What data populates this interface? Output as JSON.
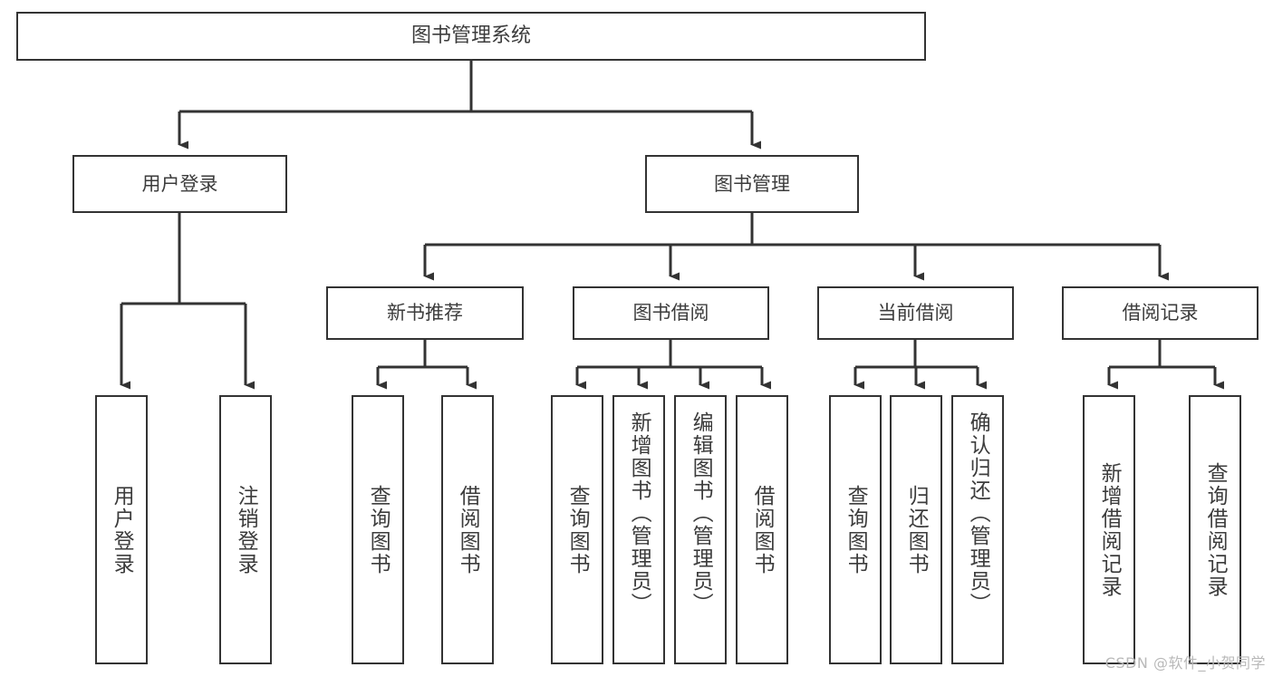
{
  "diagram": {
    "title": "图书管理系统",
    "type": "tree-hierarchy",
    "orientation": "top-down"
  },
  "nodes": {
    "root": {
      "label": "图书管理系统"
    },
    "level2": [
      {
        "id": "user-login",
        "label": "用户登录"
      },
      {
        "id": "book-manage",
        "label": "图书管理"
      }
    ],
    "level3": [
      {
        "id": "new-book-rec",
        "label": "新书推荐"
      },
      {
        "id": "book-borrow",
        "label": "图书借阅"
      },
      {
        "id": "current-borrow",
        "label": "当前借阅"
      },
      {
        "id": "borrow-record",
        "label": "借阅记录"
      }
    ],
    "leaves": [
      {
        "id": "leaf-user-login",
        "label": "用户登录"
      },
      {
        "id": "leaf-logout",
        "label": "注销登录"
      },
      {
        "id": "leaf-query-book-1",
        "label": "查询图书"
      },
      {
        "id": "leaf-borrow-book-1",
        "label": "借阅图书"
      },
      {
        "id": "leaf-query-book-2",
        "label": "查询图书"
      },
      {
        "id": "leaf-add-book",
        "label": "新增图书（管理员）"
      },
      {
        "id": "leaf-edit-book",
        "label": "编辑图书（管理员）"
      },
      {
        "id": "leaf-borrow-book-2",
        "label": "借阅图书"
      },
      {
        "id": "leaf-query-book-3",
        "label": "查询图书"
      },
      {
        "id": "leaf-return-book",
        "label": "归还图书"
      },
      {
        "id": "leaf-confirm-return",
        "label": "确认归还（管理员）"
      },
      {
        "id": "leaf-add-record",
        "label": "新增借阅记录"
      },
      {
        "id": "leaf-query-record",
        "label": "查询借阅记录"
      }
    ]
  },
  "watermark": {
    "text": "CSDN @软件_小贺同学"
  },
  "colors": {
    "border": "#333333",
    "text": "#3c3c3c",
    "background": "#ffffff",
    "watermark": "#b9b9b9"
  }
}
